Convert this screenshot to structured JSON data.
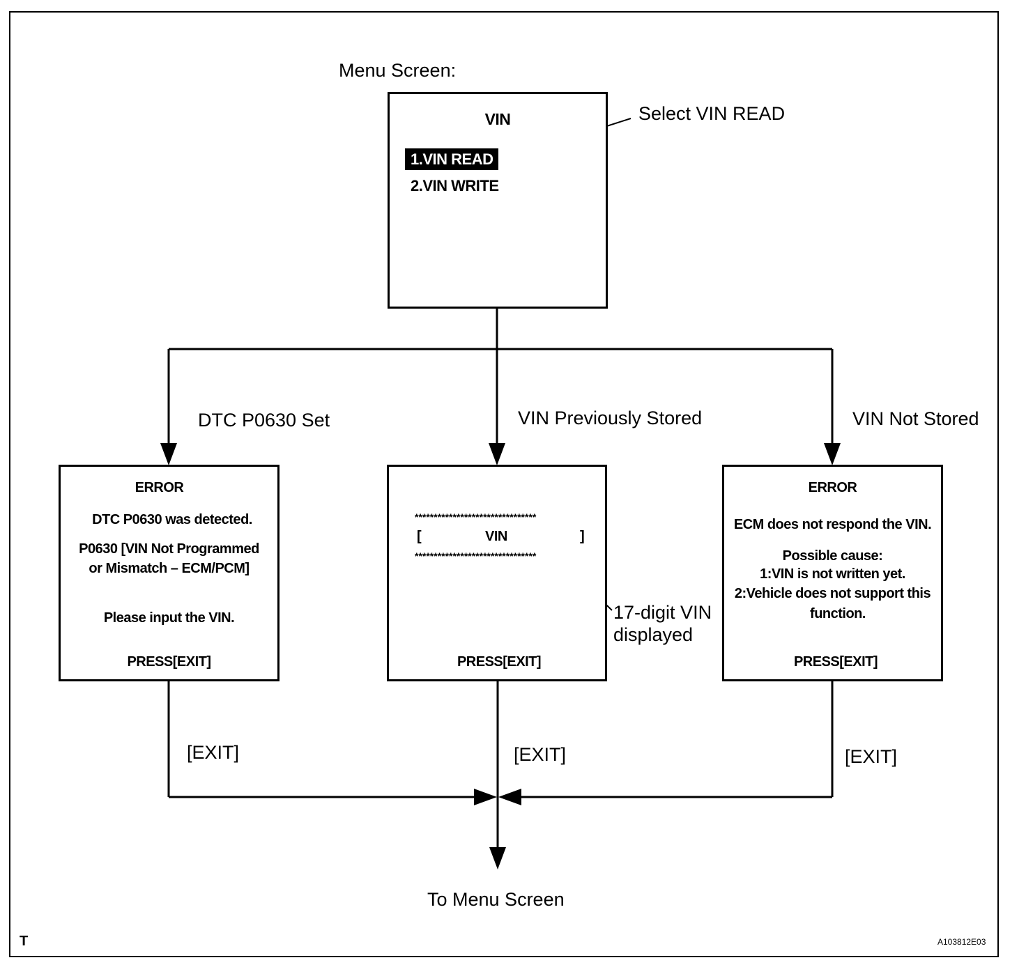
{
  "labels": {
    "menu_screen": "Menu Screen:",
    "select_vin_read": "Select VIN READ",
    "dtc_set": "DTC P0630 Set",
    "vin_prev_stored": "VIN Previously Stored",
    "vin_not_stored": "VIN Not Stored",
    "vin_displayed_1": "17-digit VIN",
    "vin_displayed_2": "displayed",
    "exit_left": "[EXIT]",
    "exit_mid": "[EXIT]",
    "exit_right": "[EXIT]",
    "to_menu": "To Menu Screen",
    "corner": "T",
    "figure_code": "A103812E03"
  },
  "menu_screen": {
    "title": "VIN",
    "item1": "1.VIN READ",
    "item2": "2.VIN WRITE"
  },
  "left_screen": {
    "title": "ERROR",
    "line1": "DTC P0630 was detected.",
    "line2": "P0630  [VIN Not Programmed",
    "line3": "or Mismatch – ECM/PCM]",
    "line4": "Please input the VIN.",
    "press": "PRESS[EXIT]"
  },
  "mid_screen": {
    "stars_top": "********************************",
    "bracket_left": "[",
    "vin": "VIN",
    "bracket_right": "]",
    "stars_bottom": "********************************",
    "press": "PRESS[EXIT]"
  },
  "right_screen": {
    "title": "ERROR",
    "line1": "ECM does not respond the VIN.",
    "line2": "Possible cause:",
    "line3": "1:VIN is not written yet.",
    "line4": "2:Vehicle does not support this",
    "line5": "function.",
    "press": "PRESS[EXIT]"
  }
}
